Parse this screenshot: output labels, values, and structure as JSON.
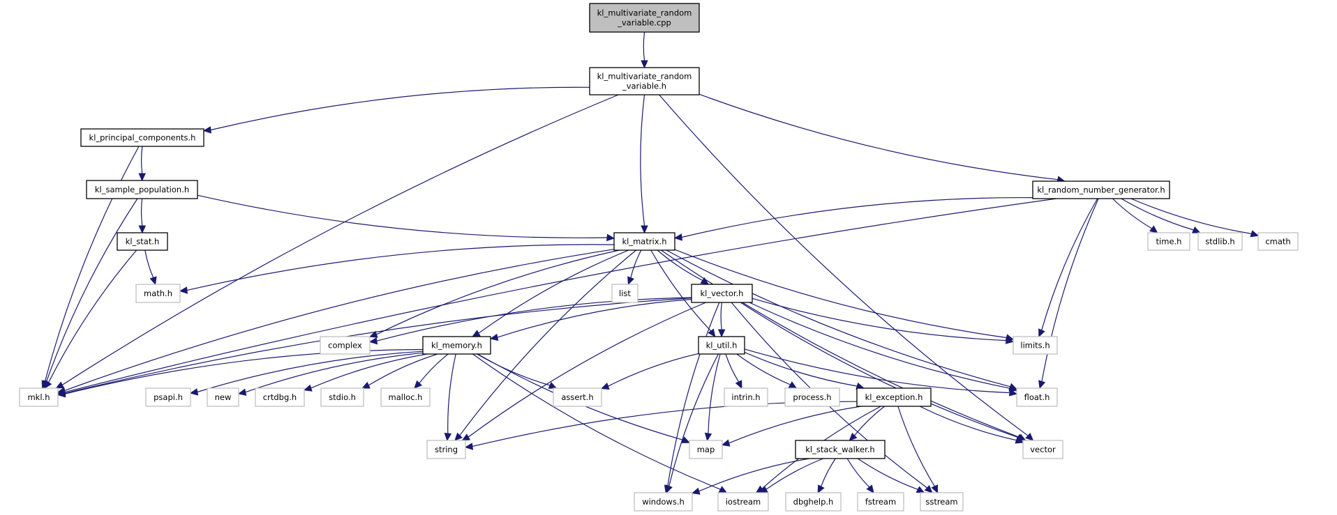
{
  "diagram": {
    "title": "Include dependency graph for kl_multivariate_random_variable.cpp",
    "colors": {
      "edge": "#191970",
      "root_fill": "#bfbfbf",
      "internal_border": "#000000",
      "external_border": "#bfbfbf",
      "background": "#ffffff"
    },
    "nodes": [
      {
        "id": "root",
        "lines": [
          "kl_multivariate_random",
          "_variable.cpp"
        ],
        "kind": "root"
      },
      {
        "id": "mrv_h",
        "lines": [
          "kl_multivariate_random",
          "_variable.h"
        ],
        "kind": "internal"
      },
      {
        "id": "principal",
        "lines": [
          "kl_principal_components.h"
        ],
        "kind": "internal"
      },
      {
        "id": "sample",
        "lines": [
          "kl_sample_population.h"
        ],
        "kind": "internal"
      },
      {
        "id": "rng",
        "lines": [
          "kl_random_number_generator.h"
        ],
        "kind": "internal"
      },
      {
        "id": "stat",
        "lines": [
          "kl_stat.h"
        ],
        "kind": "internal"
      },
      {
        "id": "matrix",
        "lines": [
          "kl_matrix.h"
        ],
        "kind": "internal"
      },
      {
        "id": "time",
        "lines": [
          "time.h"
        ],
        "kind": "external"
      },
      {
        "id": "stdlib",
        "lines": [
          "stdlib.h"
        ],
        "kind": "external"
      },
      {
        "id": "cmath",
        "lines": [
          "cmath"
        ],
        "kind": "external"
      },
      {
        "id": "math",
        "lines": [
          "math.h"
        ],
        "kind": "external"
      },
      {
        "id": "list",
        "lines": [
          "list"
        ],
        "kind": "external"
      },
      {
        "id": "vectorh",
        "lines": [
          "kl_vector.h"
        ],
        "kind": "internal"
      },
      {
        "id": "complex",
        "lines": [
          "complex"
        ],
        "kind": "external"
      },
      {
        "id": "memory",
        "lines": [
          "kl_memory.h"
        ],
        "kind": "internal"
      },
      {
        "id": "util",
        "lines": [
          "kl_util.h"
        ],
        "kind": "internal"
      },
      {
        "id": "limits",
        "lines": [
          "limits.h"
        ],
        "kind": "external"
      },
      {
        "id": "mkl",
        "lines": [
          "mkl.h"
        ],
        "kind": "external"
      },
      {
        "id": "psapi",
        "lines": [
          "psapi.h"
        ],
        "kind": "external"
      },
      {
        "id": "new",
        "lines": [
          "new"
        ],
        "kind": "external"
      },
      {
        "id": "crtdbg",
        "lines": [
          "crtdbg.h"
        ],
        "kind": "external"
      },
      {
        "id": "stdio",
        "lines": [
          "stdio.h"
        ],
        "kind": "external"
      },
      {
        "id": "malloc",
        "lines": [
          "malloc.h"
        ],
        "kind": "external"
      },
      {
        "id": "assert",
        "lines": [
          "assert.h"
        ],
        "kind": "external"
      },
      {
        "id": "intrin",
        "lines": [
          "intrin.h"
        ],
        "kind": "external"
      },
      {
        "id": "process",
        "lines": [
          "process.h"
        ],
        "kind": "external"
      },
      {
        "id": "exception",
        "lines": [
          "kl_exception.h"
        ],
        "kind": "internal"
      },
      {
        "id": "float",
        "lines": [
          "float.h"
        ],
        "kind": "external"
      },
      {
        "id": "string",
        "lines": [
          "string"
        ],
        "kind": "external"
      },
      {
        "id": "map",
        "lines": [
          "map"
        ],
        "kind": "external"
      },
      {
        "id": "stackwalker",
        "lines": [
          "kl_stack_walker.h"
        ],
        "kind": "internal"
      },
      {
        "id": "vector",
        "lines": [
          "vector"
        ],
        "kind": "external"
      },
      {
        "id": "windows",
        "lines": [
          "windows.h"
        ],
        "kind": "external"
      },
      {
        "id": "iostream",
        "lines": [
          "iostream"
        ],
        "kind": "external"
      },
      {
        "id": "dbghelp",
        "lines": [
          "dbghelp.h"
        ],
        "kind": "external"
      },
      {
        "id": "fstream",
        "lines": [
          "fstream"
        ],
        "kind": "external"
      },
      {
        "id": "sstream",
        "lines": [
          "sstream"
        ],
        "kind": "external"
      }
    ],
    "edges": [
      [
        "root",
        "mrv_h"
      ],
      [
        "mrv_h",
        "principal"
      ],
      [
        "mrv_h",
        "matrix"
      ],
      [
        "mrv_h",
        "rng"
      ],
      [
        "mrv_h",
        "mkl"
      ],
      [
        "mrv_h",
        "vector"
      ],
      [
        "principal",
        "sample"
      ],
      [
        "principal",
        "mkl"
      ],
      [
        "sample",
        "stat"
      ],
      [
        "sample",
        "matrix"
      ],
      [
        "sample",
        "mkl"
      ],
      [
        "stat",
        "math"
      ],
      [
        "stat",
        "mkl"
      ],
      [
        "rng",
        "matrix"
      ],
      [
        "rng",
        "mkl"
      ],
      [
        "rng",
        "time"
      ],
      [
        "rng",
        "stdlib"
      ],
      [
        "rng",
        "cmath"
      ],
      [
        "rng",
        "limits"
      ],
      [
        "rng",
        "float"
      ],
      [
        "matrix",
        "math"
      ],
      [
        "matrix",
        "mkl"
      ],
      [
        "matrix",
        "list"
      ],
      [
        "matrix",
        "vectorh"
      ],
      [
        "matrix",
        "complex"
      ],
      [
        "matrix",
        "memory"
      ],
      [
        "matrix",
        "util"
      ],
      [
        "matrix",
        "limits"
      ],
      [
        "matrix",
        "float"
      ],
      [
        "matrix",
        "vector"
      ],
      [
        "matrix",
        "string"
      ],
      [
        "vectorh",
        "complex"
      ],
      [
        "vectorh",
        "memory"
      ],
      [
        "vectorh",
        "util"
      ],
      [
        "vectorh",
        "mkl"
      ],
      [
        "vectorh",
        "limits"
      ],
      [
        "vectorh",
        "float"
      ],
      [
        "vectorh",
        "vector"
      ],
      [
        "vectorh",
        "string"
      ],
      [
        "vectorh",
        "sstream"
      ],
      [
        "vectorh",
        "windows"
      ],
      [
        "memory",
        "mkl"
      ],
      [
        "memory",
        "psapi"
      ],
      [
        "memory",
        "new"
      ],
      [
        "memory",
        "crtdbg"
      ],
      [
        "memory",
        "stdio"
      ],
      [
        "memory",
        "malloc"
      ],
      [
        "memory",
        "assert"
      ],
      [
        "memory",
        "string"
      ],
      [
        "memory",
        "map"
      ],
      [
        "memory",
        "iostream"
      ],
      [
        "util",
        "assert"
      ],
      [
        "util",
        "intrin"
      ],
      [
        "util",
        "process"
      ],
      [
        "util",
        "exception"
      ],
      [
        "util",
        "float"
      ],
      [
        "util",
        "map"
      ],
      [
        "util",
        "windows"
      ],
      [
        "exception",
        "string"
      ],
      [
        "exception",
        "map"
      ],
      [
        "exception",
        "stackwalker"
      ],
      [
        "exception",
        "vector"
      ],
      [
        "exception",
        "iostream"
      ],
      [
        "exception",
        "sstream"
      ],
      [
        "stackwalker",
        "windows"
      ],
      [
        "stackwalker",
        "iostream"
      ],
      [
        "stackwalker",
        "dbghelp"
      ],
      [
        "stackwalker",
        "fstream"
      ],
      [
        "stackwalker",
        "sstream"
      ]
    ]
  }
}
